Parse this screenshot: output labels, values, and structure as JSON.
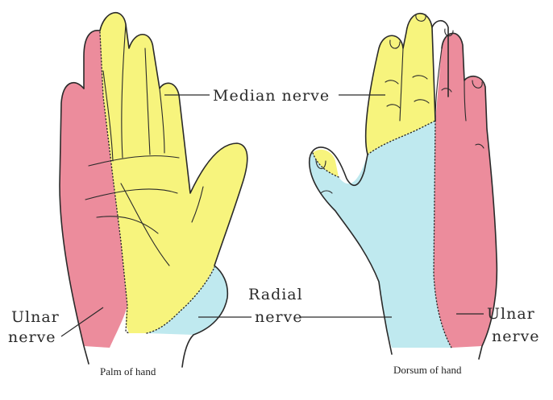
{
  "colors": {
    "median": "#f7f47d",
    "radial": "#bfe9ef",
    "ulnar": "#ec8c9c",
    "background": "#ffffff"
  },
  "labels": {
    "median": "Median nerve",
    "radial_line1": "Radial",
    "radial_line2": "nerve",
    "ulnar_left_line1": "Ulnar",
    "ulnar_left_line2": "nerve",
    "ulnar_right_line1": "Ulnar",
    "ulnar_right_line2": "nerve"
  },
  "captions": {
    "palm": "Palm of hand",
    "dorsum": "Dorsum of hand"
  }
}
